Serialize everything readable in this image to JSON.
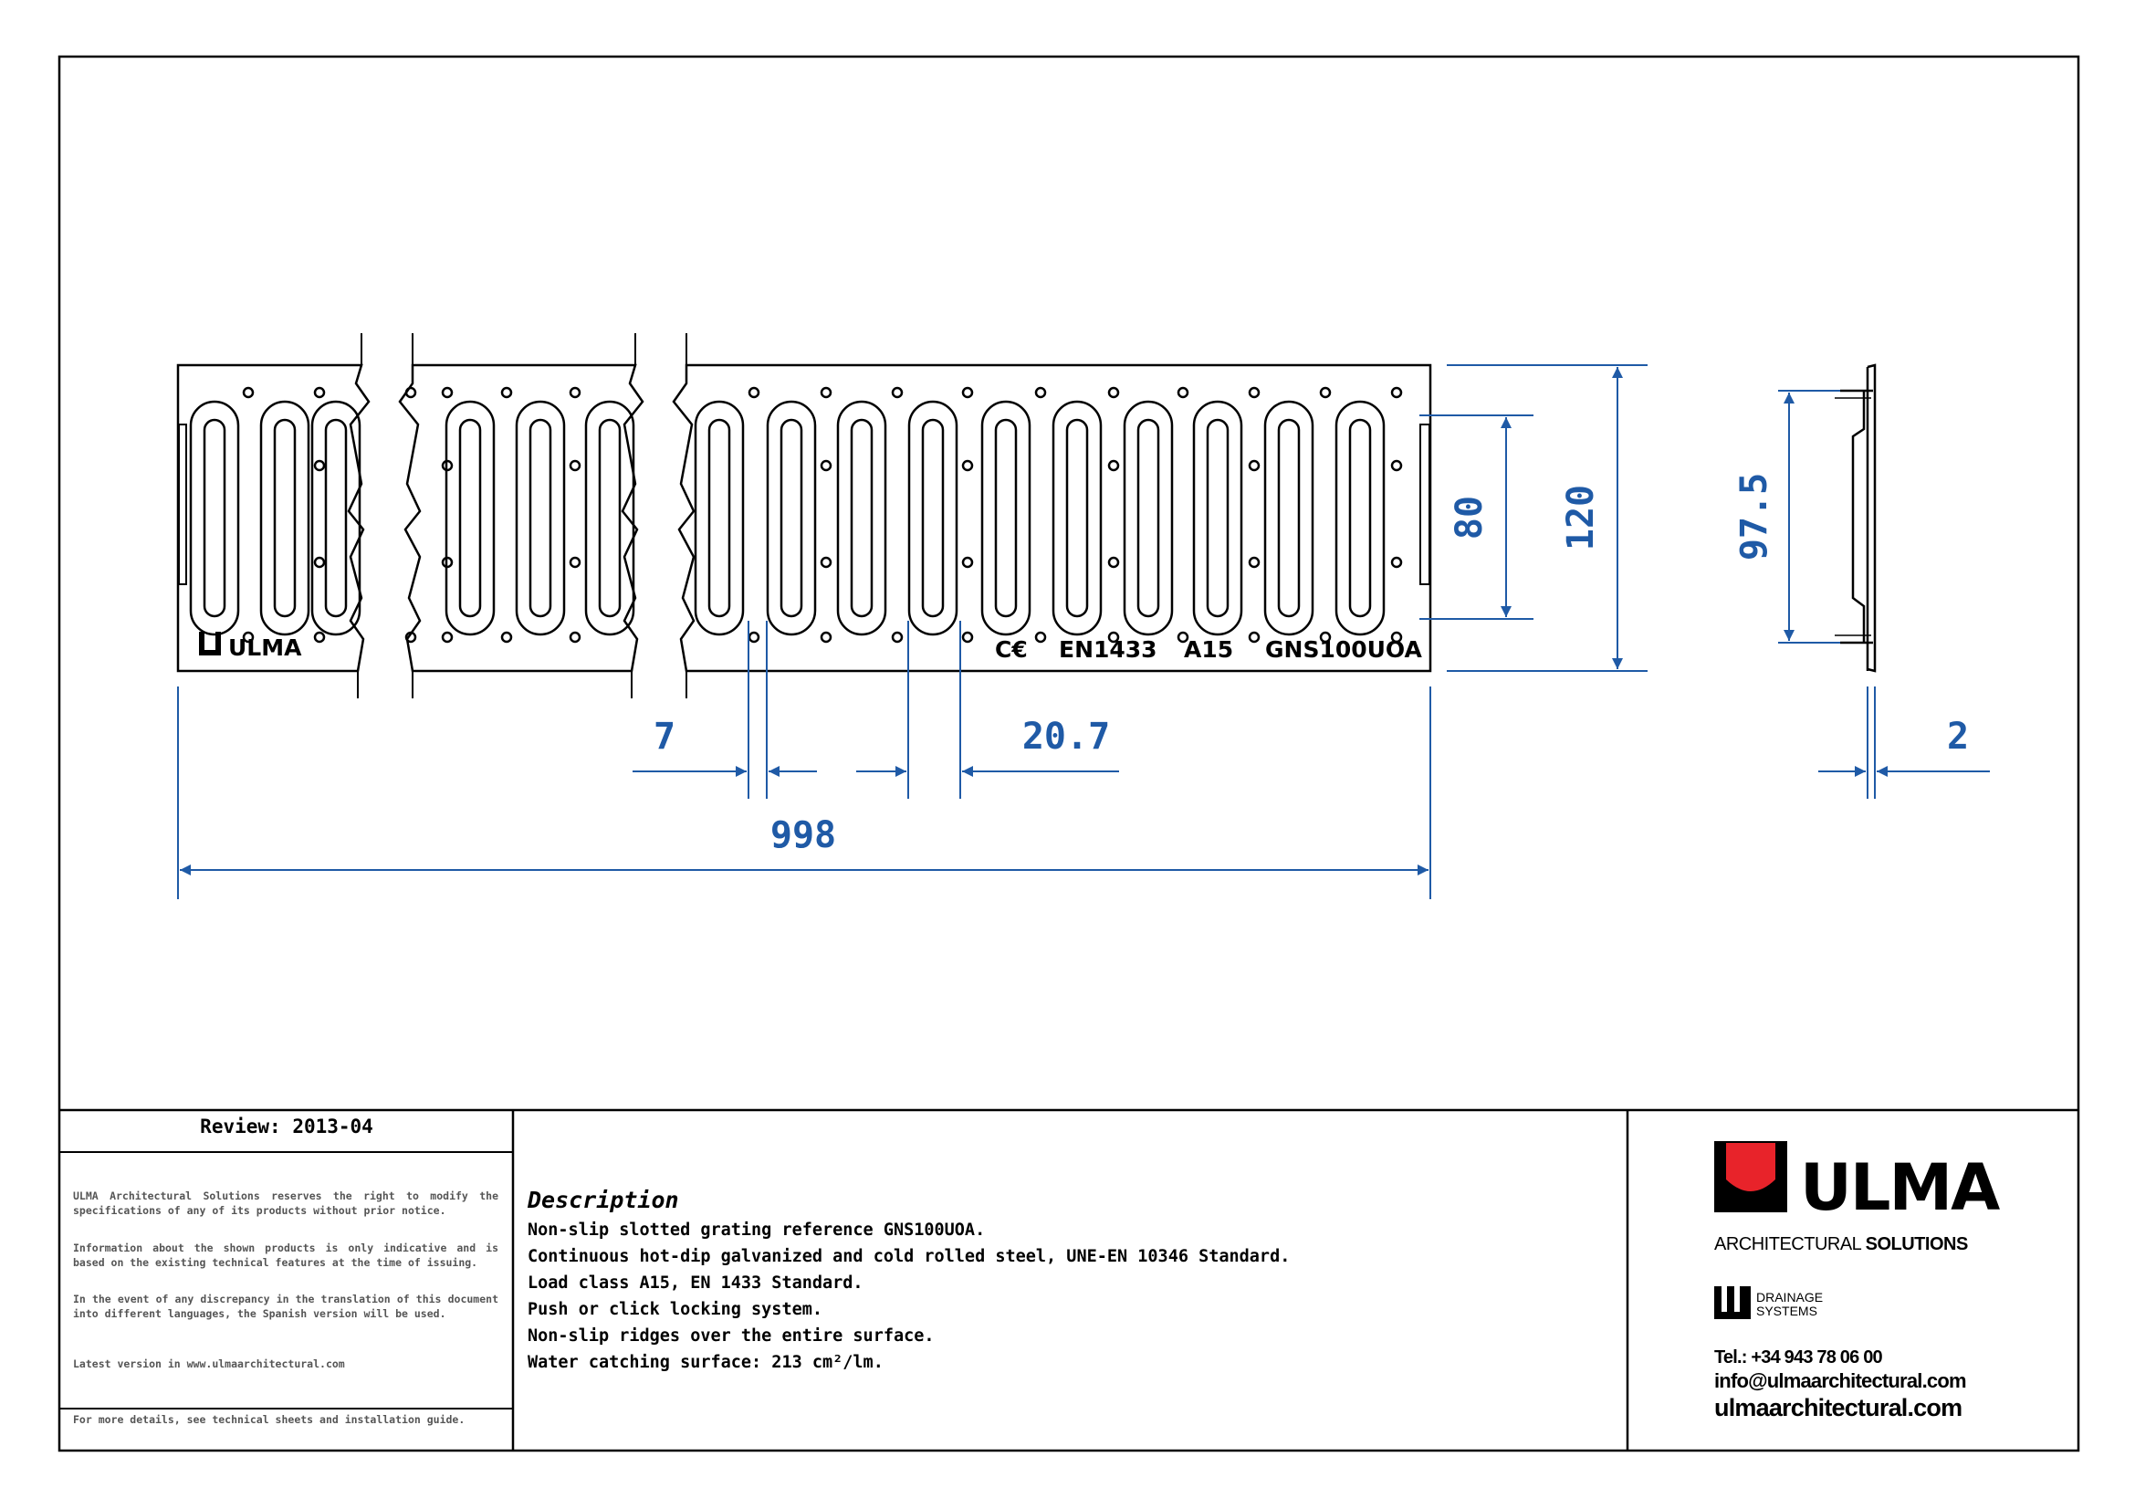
{
  "drawing": {
    "dimensions": {
      "length": "998",
      "width_total": "120",
      "width_inner": "80",
      "slot_width": "7",
      "slot_pitch": "20.7",
      "side_height": "97.5",
      "thickness": "2"
    },
    "stamps": {
      "ce": "C€",
      "standard": "EN1433",
      "load_class": "A15",
      "reference": "GNS100UOA",
      "maker": "ULMA"
    }
  },
  "title_block": {
    "review": "Review: 2013-04",
    "notes": [
      "ULMA Architectural Solutions reserves the right to modify the specifications of any of its products without prior notice.",
      "Information about the shown products is only indicative and is based on the existing technical features at the time of issuing.",
      "In the event of any discrepancy in the translation of this document into different languages, the Spanish version will be used.",
      "Latest version in www.ulmaarchitectural.com"
    ],
    "footer_note": "For more details, see technical sheets and installation guide.",
    "description_title": "Description",
    "description_lines": [
      "Non-slip slotted grating reference GNS100UOA.",
      "Continuous hot-dip galvanized and cold rolled steel, UNE-EN 10346 Standard.",
      "Load class A15, EN 1433 Standard.",
      "Push or click locking system.",
      "Non-slip ridges over the entire surface.",
      "Water catching surface: 213 cm²/lm."
    ],
    "brand": {
      "name": "ULMA",
      "sub_regular": "ARCHITECTURAL ",
      "sub_bold": "SOLUTIONS",
      "drainage_line1": "DRAINAGE",
      "drainage_line2": "SYSTEMS",
      "tel": "Tel.: +34 943 78 06 00",
      "email": "info@ulmaarchitectural.com",
      "web": "ulmaarchitectural.com"
    },
    "colors": {
      "dimension": "#1f5aa6",
      "logo_red": "#e8232a"
    }
  }
}
